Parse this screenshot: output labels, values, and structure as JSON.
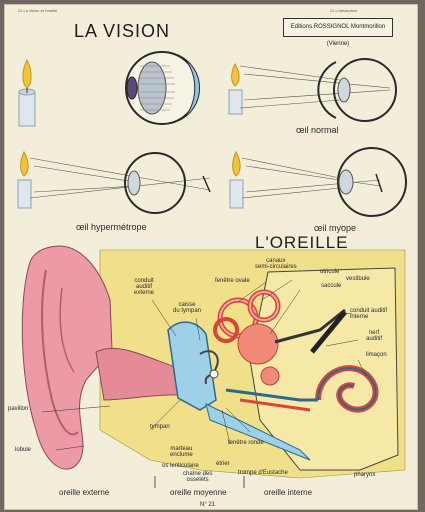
{
  "header": {
    "vision_title": "LA VISION",
    "ear_title": "L'OREILLE",
    "publisher": "Editions ROSSIGNOL Montmorillon (Vienne)",
    "plate_number": "N° 21",
    "margin_text_left": "21 La vision et l'oreille",
    "margin_text_right": "21 L'absorption"
  },
  "vision": {
    "normal_eye_label": "œil normal",
    "hyperopic_eye_label": "œil hypermétrope",
    "myopic_eye_label": "œil myope"
  },
  "ear": {
    "labels": {
      "outer_canal": "conduit\nauditif\nexterne",
      "eardrum_cavity": "caisse\ndu tympan",
      "oval_window": "fenêtre ovale",
      "semicircular_canals": "canaux\nsemi-circulaires",
      "utricle": "utricule",
      "saccule": "saccule",
      "vestibule": "vestibule",
      "inner_canal": "conduit auditif\ninterne",
      "auditory_nerve": "nerf\nauditif",
      "cochlea": "limaçon",
      "pinna": "pavillon",
      "lobe": "lobule",
      "eardrum": "tympan",
      "hammer_anvil": "marteau\nenclume",
      "lenticular_bone": "os lenticulaire",
      "ossicle_chain": "chaîne des\nosselets",
      "stirrup": "étrier",
      "round_window": "fenêtre ronde",
      "eustachian_tube": "trompe d'Eustache",
      "pharynx": "pharynx"
    },
    "sections": {
      "outer": "oreille externe",
      "middle": "oreille moyenne",
      "inner": "oreille interne"
    }
  }
}
